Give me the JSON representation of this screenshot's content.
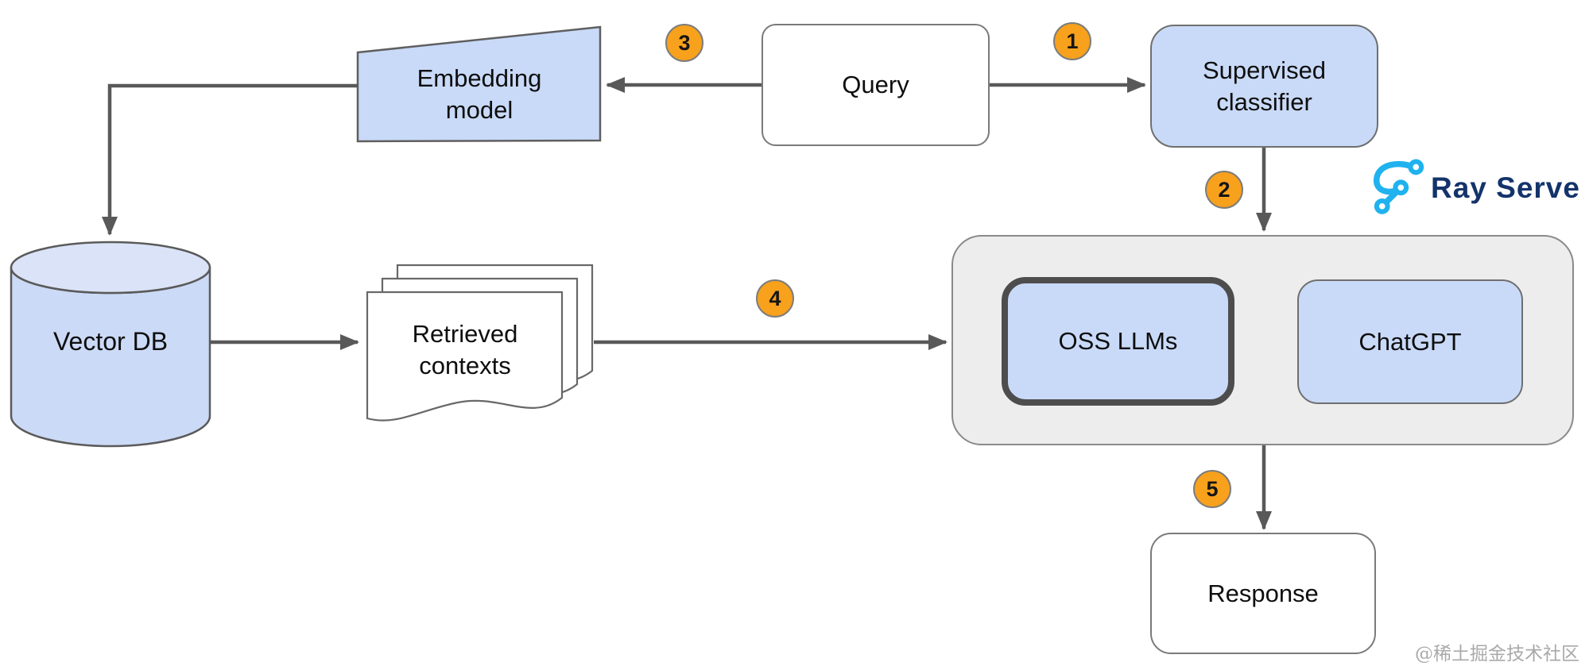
{
  "diagram": {
    "nodes": {
      "query": "Query",
      "supervised_classifier": "Supervised classifier",
      "embedding_model": "Embedding model",
      "vector_db": "Vector DB",
      "retrieved_contexts": "Retrieved contexts",
      "oss_llms": "OSS LLMs",
      "chatgpt": "ChatGPT",
      "response": "Response"
    },
    "steps": [
      "1",
      "2",
      "3",
      "4",
      "5"
    ],
    "logo": {
      "text": "Ray Serve"
    },
    "watermark": "@稀土掘金技术社区",
    "colors": {
      "node_blue_fill": "#c9daf8",
      "shape_border": "#6f6f6f",
      "container_fill": "#ededed",
      "selected_border": "#4d4d4d",
      "arrow": "#595959",
      "badge_fill": "#f8a11c",
      "ray_icon_blue": "#1fb2ee",
      "ray_text_navy": "#14336b",
      "watermark_gray": "#a9a9a9"
    }
  }
}
